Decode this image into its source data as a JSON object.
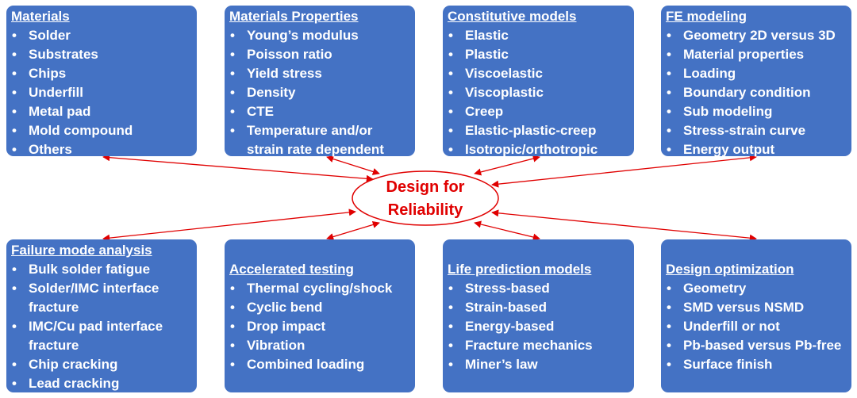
{
  "center": {
    "line1": "Design for",
    "line2": "Reliability"
  },
  "boxes": {
    "materials": {
      "title": "Materials",
      "items": [
        "Solder",
        "Substrates",
        "Chips",
        "Underfill",
        "Metal pad",
        "Mold compound",
        "Others"
      ]
    },
    "properties": {
      "title": "Materials Properties",
      "items": [
        "Young’s modulus",
        "Poisson ratio",
        "Yield stress",
        "Density",
        "CTE",
        "Temperature and/or",
        "strain rate dependent"
      ]
    },
    "constitutive": {
      "title": "Constitutive models",
      "items": [
        "Elastic",
        "Plastic",
        "Viscoelastic",
        "Viscoplastic",
        "Creep",
        "Elastic-plastic-creep",
        "Isotropic/orthotropic"
      ]
    },
    "fe": {
      "title": "FE modeling",
      "items": [
        "Geometry 2D versus 3D",
        "Material properties",
        "Loading",
        "Boundary condition",
        "Sub modeling",
        "Stress-strain curve",
        "Energy output"
      ]
    },
    "failure": {
      "title": "Failure mode analysis",
      "items": [
        "Bulk solder fatigue",
        "Solder/IMC interface",
        "fracture",
        "IMC/Cu pad interface",
        "fracture",
        "Chip cracking",
        "Lead cracking"
      ]
    },
    "accelerated": {
      "title": "Accelerated testing",
      "items": [
        "Thermal cycling/shock",
        "Cyclic bend",
        "Drop impact",
        "Vibration",
        "Combined loading"
      ]
    },
    "life": {
      "title": "Life prediction models",
      "items": [
        "Stress-based",
        "Strain-based",
        "Energy-based",
        "Fracture mechanics",
        "Miner’s law"
      ]
    },
    "optimization": {
      "title": "Design optimization",
      "items": [
        "Geometry",
        "SMD versus NSMD",
        "Underfill or not",
        "Pb-based versus Pb-free",
        "Surface finish"
      ]
    }
  },
  "colors": {
    "box": "#4472c4",
    "text": "#ffffff",
    "accent": "#e00000"
  }
}
